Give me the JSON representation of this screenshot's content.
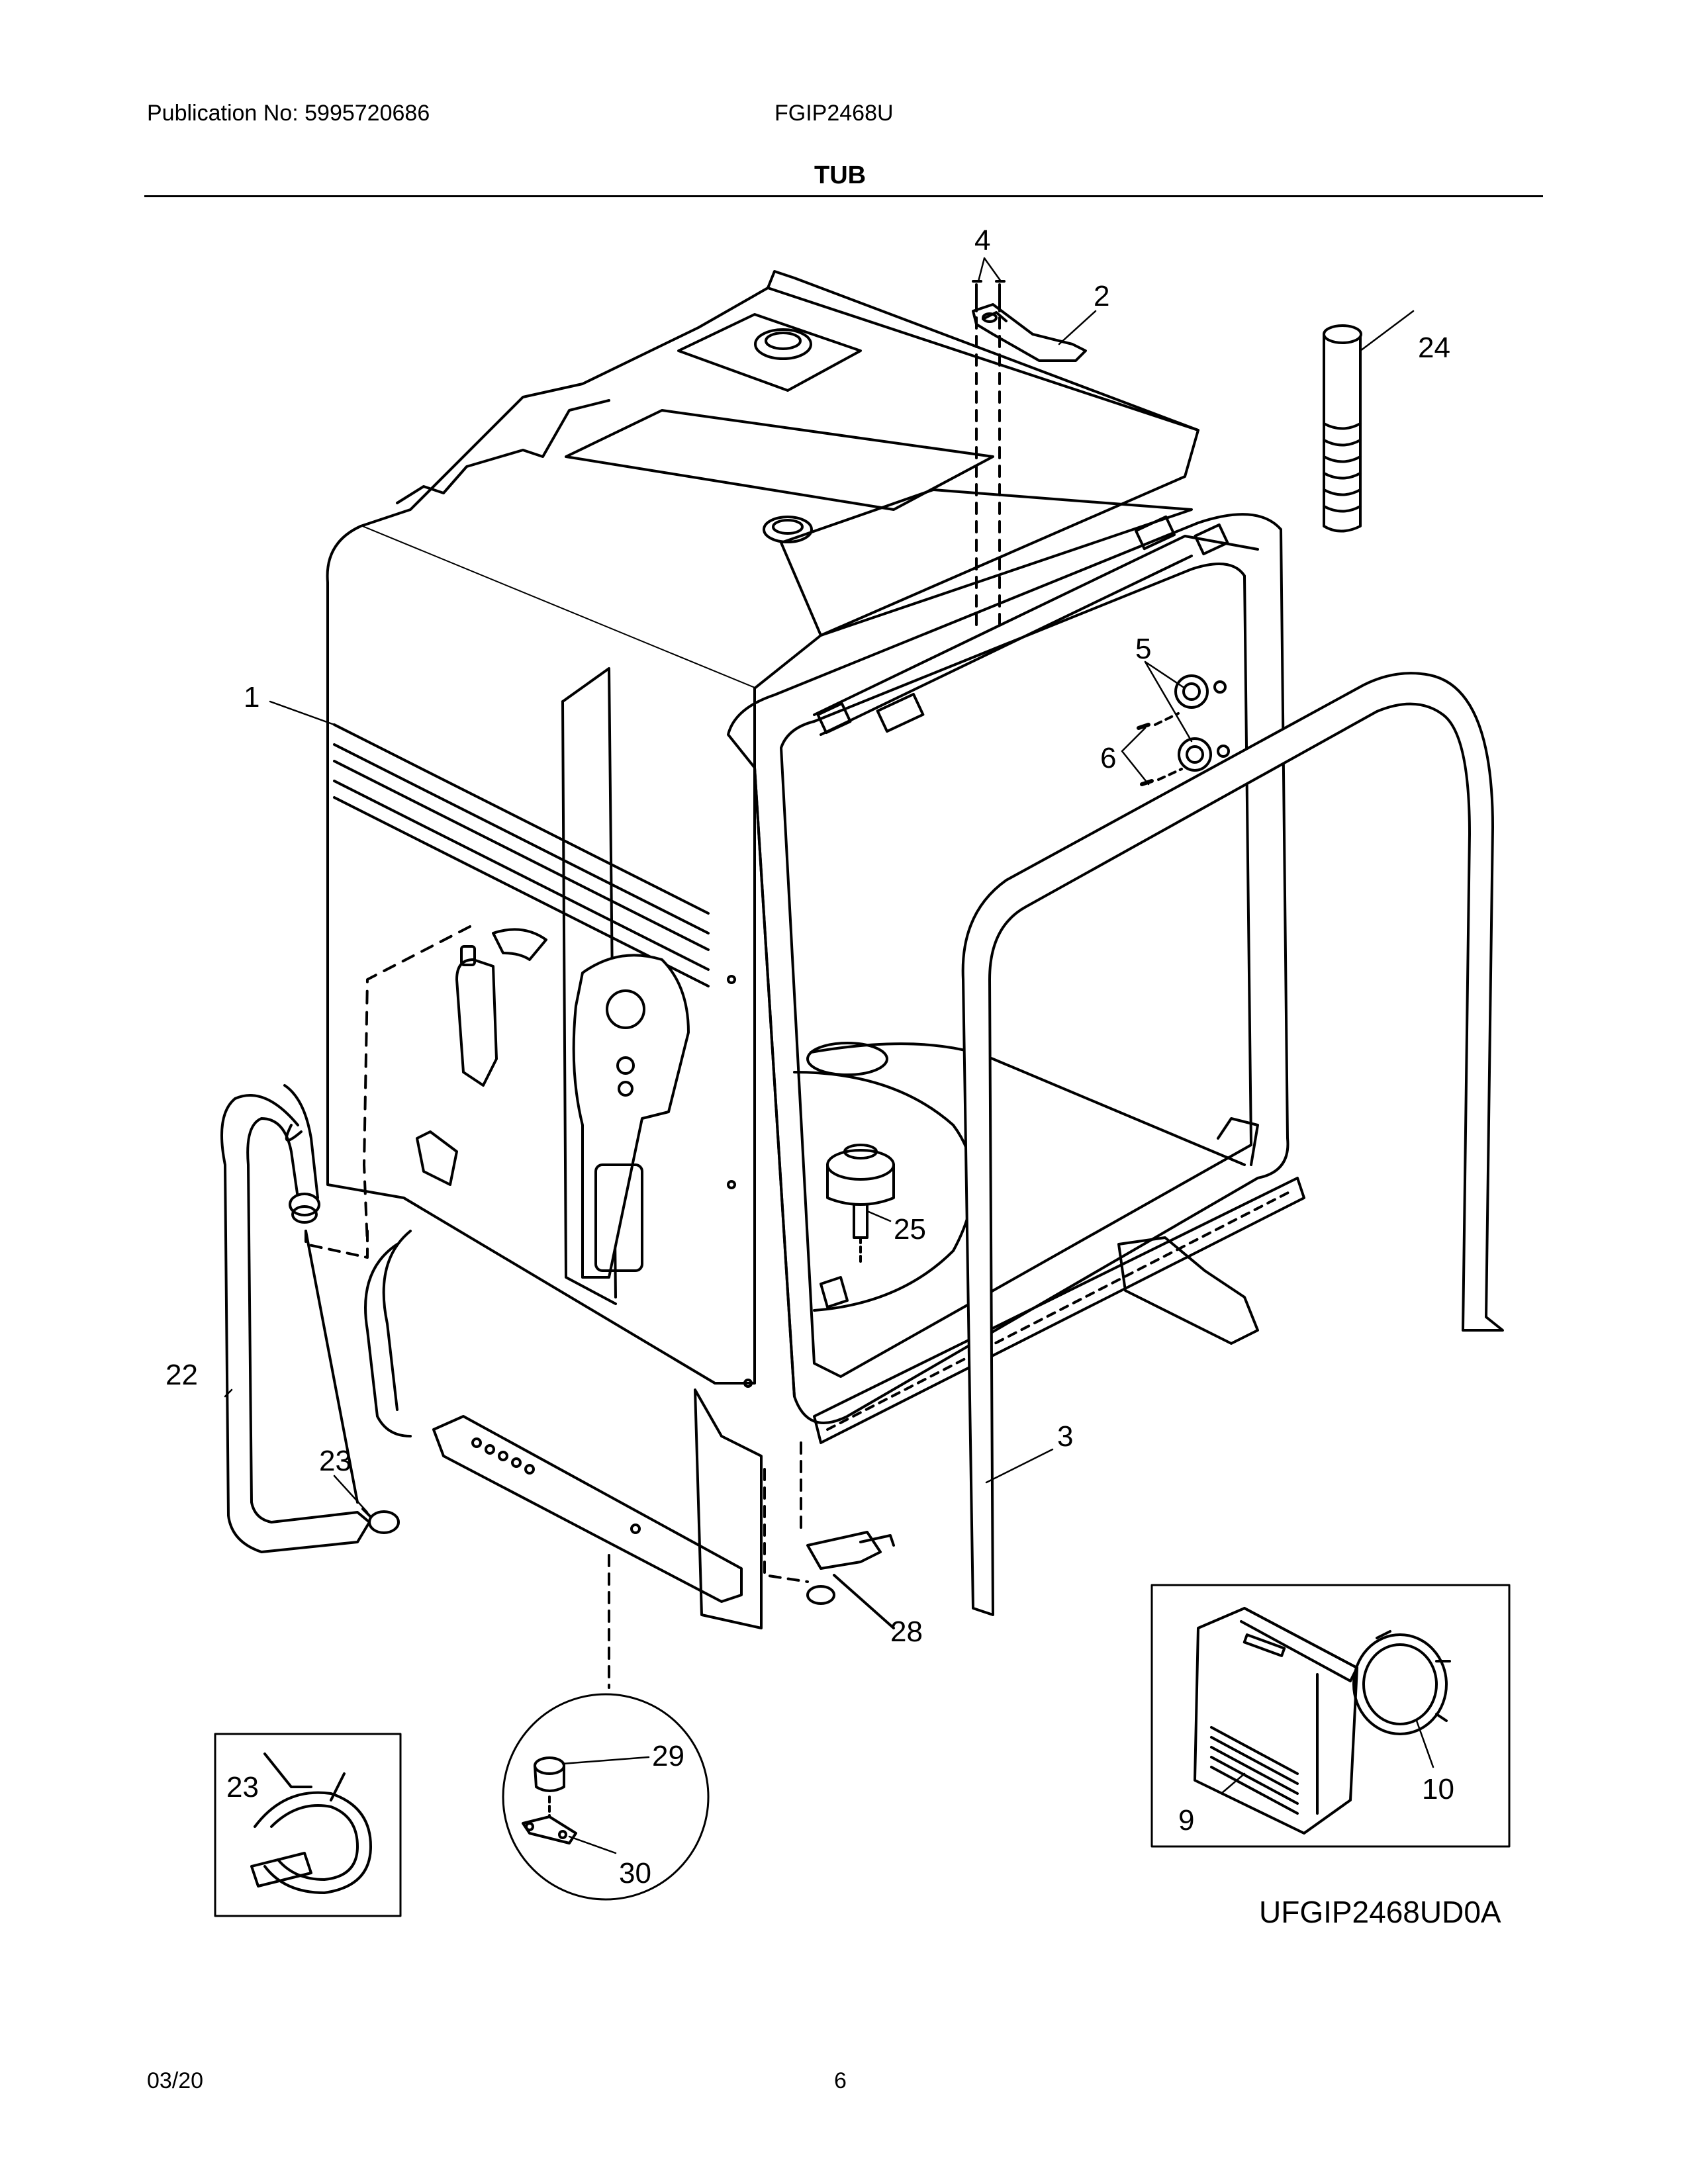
{
  "header": {
    "publication": "Publication No: 5995720686",
    "model": "FGIP2468U",
    "section_title": "TUB"
  },
  "callouts": [
    {
      "id": "c1",
      "label": "1"
    },
    {
      "id": "c2",
      "label": "2"
    },
    {
      "id": "c3",
      "label": "3"
    },
    {
      "id": "c4",
      "label": "4"
    },
    {
      "id": "c5",
      "label": "5"
    },
    {
      "id": "c6",
      "label": "6"
    },
    {
      "id": "c9",
      "label": "9"
    },
    {
      "id": "c10",
      "label": "10"
    },
    {
      "id": "c22",
      "label": "22"
    },
    {
      "id": "c23a",
      "label": "23"
    },
    {
      "id": "c23b",
      "label": "23"
    },
    {
      "id": "c24",
      "label": "24"
    },
    {
      "id": "c25",
      "label": "25"
    },
    {
      "id": "c28",
      "label": "28"
    },
    {
      "id": "c29",
      "label": "29"
    },
    {
      "id": "c30",
      "label": "30"
    }
  ],
  "diagram_code": "UFGIP2468UD0A",
  "footer": {
    "date": "03/20",
    "page": "6"
  }
}
